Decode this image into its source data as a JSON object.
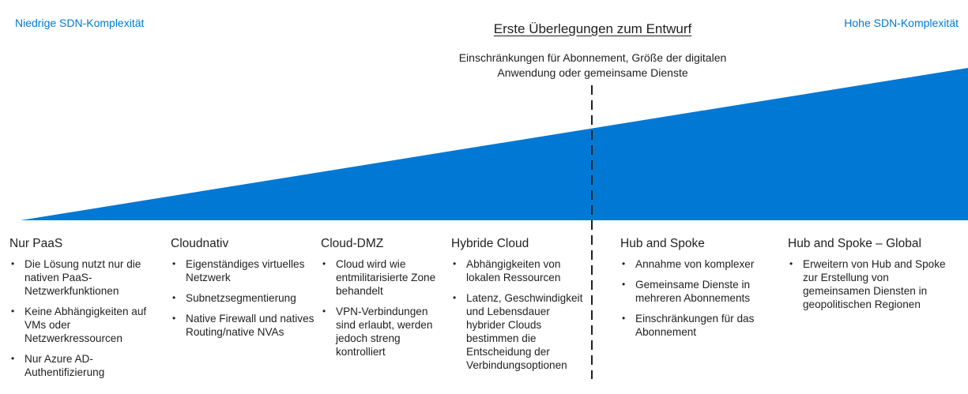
{
  "labels": {
    "low": "Niedrige SDN-Komplexität",
    "high": "Hohe SDN-Komplexität"
  },
  "design": {
    "title": "Erste Überlegungen zum Entwurf",
    "subtitle": "Einschränkungen für Abonnement, Größe der digitalen Anwendung oder gemeinsame Dienste"
  },
  "colors": {
    "accent": "#0078d4",
    "text": "#1f1f1f",
    "divider": "#1f1f1f"
  },
  "columns": [
    {
      "title": "Nur PaaS",
      "items": [
        "Die Lösung nutzt nur die nativen PaaS-Netzwerkfunktionen",
        "Keine Abhängigkeiten auf VMs oder Netzwerkressourcen",
        "Nur Azure AD-Authentifizierung"
      ]
    },
    {
      "title": "Cloudnativ",
      "items": [
        "Eigenständiges virtuelles Netzwerk",
        "Subnetzsegmentierung",
        "Native Firewall und natives Routing/native NVAs"
      ]
    },
    {
      "title": "Cloud-DMZ",
      "items": [
        "Cloud wird wie entmilitarisierte Zone behandelt",
        "VPN-Verbindungen sind erlaubt, werden jedoch streng kontrolliert"
      ]
    },
    {
      "title": "Hybride Cloud",
      "items": [
        "Abhängigkeiten von lokalen Ressourcen",
        "Latenz, Geschwindigkeit und Lebensdauer hybrider Clouds bestimmen die Entscheidung der Verbindungsoptionen"
      ]
    },
    {
      "title": "Hub and Spoke",
      "items": [
        "Annahme von komplexer",
        "Gemeinsame Dienste in mehreren Abonnements",
        "Einschränkungen für das Abonnement"
      ]
    },
    {
      "title": "Hub and Spoke – Global",
      "items": [
        "Erweitern von Hub and Spoke zur Erstellung von gemeinsamen Diensten in geopolitischen Regionen"
      ]
    }
  ]
}
